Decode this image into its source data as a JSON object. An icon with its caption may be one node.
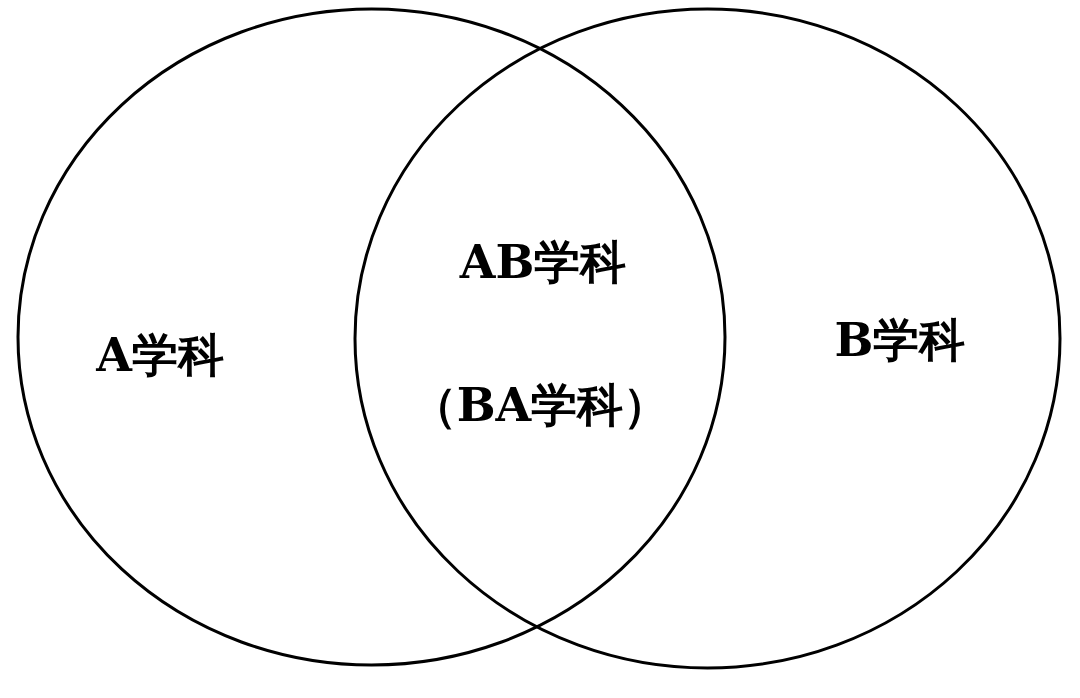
{
  "diagram": {
    "nodes": [
      {
        "text": [
          "A学科"
        ]
      },
      {
        "text": [
          "B学科"
        ]
      }
    ],
    "labels": [
      "AB学科",
      "（BA学科）"
    ]
  }
}
